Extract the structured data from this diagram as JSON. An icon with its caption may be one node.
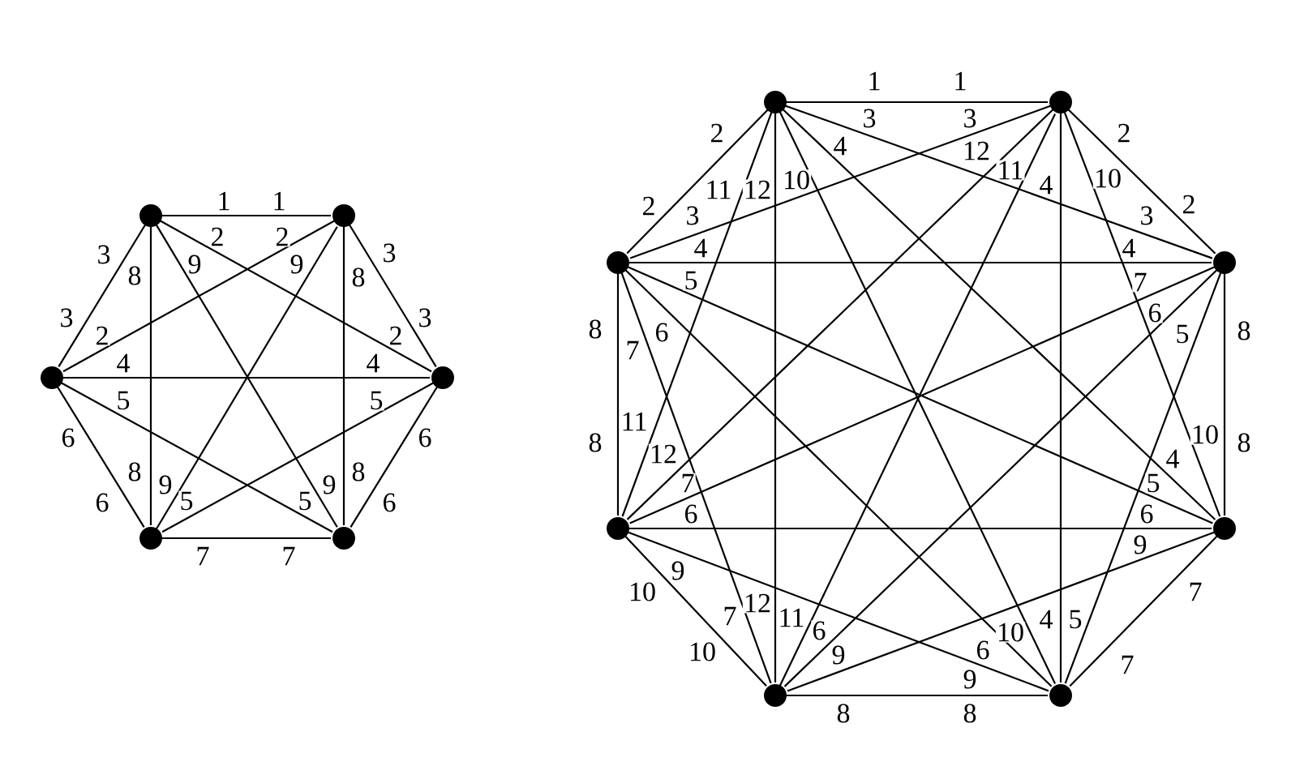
{
  "diagram": {
    "nodes": [
      {
        "text": [],
        "shape": "circle"
      },
      {
        "text": [],
        "shape": "circle"
      },
      {
        "text": [],
        "shape": "circle"
      },
      {
        "text": [],
        "shape": "circle"
      },
      {
        "text": [],
        "shape": "circle"
      },
      {
        "text": [],
        "shape": "circle"
      },
      {
        "text": [],
        "shape": "circle"
      },
      {
        "text": [],
        "shape": "circle"
      },
      {
        "text": [],
        "shape": "circle"
      },
      {
        "text": [],
        "shape": "circle"
      },
      {
        "text": [],
        "shape": "circle"
      },
      {
        "text": [],
        "shape": "circle"
      },
      {
        "text": [],
        "shape": "circle"
      },
      {
        "text": [],
        "shape": "circle"
      }
    ],
    "edges": [
      {
        "from": 0,
        "to": 1,
        "arrow": "none",
        "label": "1"
      },
      {
        "from": 0,
        "to": 2,
        "arrow": "none",
        "label": "3"
      },
      {
        "from": 0,
        "to": 3,
        "arrow": "none",
        "label": "2"
      },
      {
        "from": 0,
        "to": 4,
        "arrow": "none",
        "label": "8"
      },
      {
        "from": 0,
        "to": 5,
        "arrow": "none",
        "label": "9"
      },
      {
        "from": 1,
        "to": 2,
        "arrow": "none",
        "label": "2"
      },
      {
        "from": 1,
        "to": 3,
        "arrow": "none",
        "label": "3"
      },
      {
        "from": 4,
        "to": 1,
        "arrow": "none",
        "label": "9"
      },
      {
        "from": 1,
        "to": 5,
        "arrow": "none",
        "label": "8"
      },
      {
        "from": 2,
        "to": 3,
        "arrow": "none",
        "label": "4"
      },
      {
        "from": 2,
        "to": 4,
        "arrow": "none",
        "label": "6"
      },
      {
        "from": 2,
        "to": 5,
        "arrow": "none",
        "label": "5"
      },
      {
        "from": 3,
        "to": 4,
        "arrow": "none",
        "label": "5"
      },
      {
        "from": 3,
        "to": 5,
        "arrow": "none",
        "label": "6"
      },
      {
        "from": 4,
        "to": 5,
        "arrow": "none",
        "label": "7"
      },
      {
        "from": 6,
        "to": 7,
        "arrow": "none",
        "label": "1"
      },
      {
        "from": 6,
        "to": 8,
        "arrow": "none",
        "label": "2"
      },
      {
        "from": 6,
        "to": 9,
        "arrow": "none",
        "label": "3"
      },
      {
        "from": 6,
        "to": 10,
        "arrow": "none",
        "label": "11"
      },
      {
        "from": 6,
        "to": 11,
        "arrow": "none",
        "label": "4"
      },
      {
        "from": 6,
        "to": 12,
        "arrow": "none",
        "label": "12"
      },
      {
        "from": 6,
        "to": 13,
        "arrow": "none",
        "label": "10"
      },
      {
        "from": 7,
        "to": 8,
        "arrow": "none",
        "label": "3"
      },
      {
        "from": 7,
        "to": 9,
        "arrow": "none",
        "label": "2"
      },
      {
        "from": 7,
        "to": 10,
        "arrow": "none",
        "label": "12"
      },
      {
        "from": 7,
        "to": 11,
        "arrow": "none",
        "label": "10"
      },
      {
        "from": 12,
        "to": 7,
        "arrow": "none",
        "label": "11"
      },
      {
        "from": 7,
        "to": 13,
        "arrow": "none",
        "label": "4"
      },
      {
        "from": 8,
        "to": 9,
        "arrow": "none",
        "label": "4"
      },
      {
        "from": 8,
        "to": 10,
        "arrow": "none",
        "label": "8"
      },
      {
        "from": 8,
        "to": 11,
        "arrow": "none",
        "label": "5"
      },
      {
        "from": 8,
        "to": 12,
        "arrow": "none",
        "label": "7"
      },
      {
        "from": 8,
        "to": 13,
        "arrow": "none",
        "label": "6"
      },
      {
        "from": 9,
        "to": 10,
        "arrow": "none",
        "label": "7"
      },
      {
        "from": 9,
        "to": 11,
        "arrow": "none",
        "label": "8"
      },
      {
        "from": 9,
        "to": 12,
        "arrow": "none",
        "label": "6"
      },
      {
        "from": 9,
        "to": 13,
        "arrow": "none",
        "label": "5"
      },
      {
        "from": 10,
        "to": 11,
        "arrow": "none",
        "label": "6"
      },
      {
        "from": 10,
        "to": 12,
        "arrow": "none",
        "label": "10"
      },
      {
        "from": 10,
        "to": 13,
        "arrow": "none",
        "label": "9"
      },
      {
        "from": 11,
        "to": 12,
        "arrow": "none",
        "label": "9"
      },
      {
        "from": 11,
        "to": 13,
        "arrow": "none",
        "label": "7"
      },
      {
        "from": 12,
        "to": 13,
        "arrow": "none",
        "label": "8"
      }
    ],
    "labels": [
      "1",
      "11",
      "1",
      "2",
      "3",
      "3",
      "2",
      "4",
      "9",
      "3",
      "3",
      "2",
      "2",
      "4",
      "8",
      "9",
      "8",
      "8",
      "11",
      "12",
      "7",
      "5",
      "4",
      "10",
      "8",
      "6",
      "5",
      "5",
      "6",
      "6",
      "7",
      "7",
      "12",
      "6",
      "10",
      "4",
      "5",
      "10",
      "9",
      "9",
      "6",
      "7",
      "8"
    ]
  }
}
